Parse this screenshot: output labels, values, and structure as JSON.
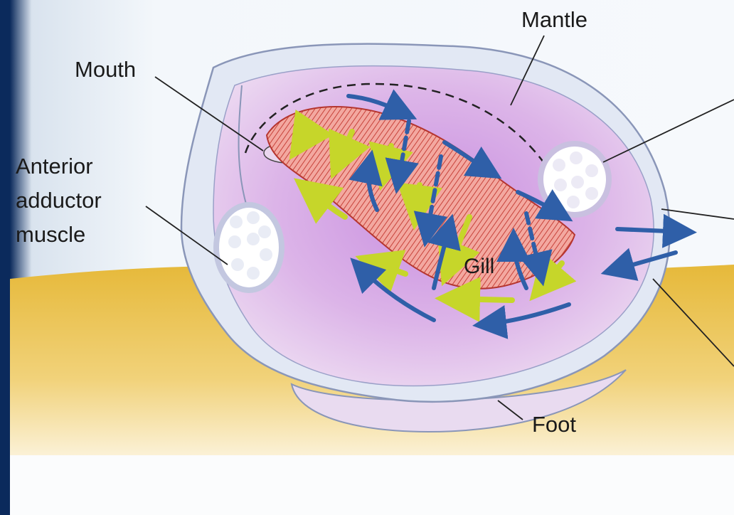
{
  "diagram": {
    "labels": {
      "mantle": "Mantle",
      "mouth": "Mouth",
      "anterior_line1": "Anterior",
      "anterior_line2": "adductor",
      "anterior_line3": "muscle",
      "gill": "Gill",
      "foot": "Foot"
    },
    "colors": {
      "slide_background": "#0b2a5c",
      "panel_background": "#f3f7fb",
      "sediment": "#e8bd3c",
      "mantle": "#dcb4e6",
      "gill": "#e58a8a",
      "blue_arrow": "#2f5fa8",
      "yellow_arrow": "#c6d62a",
      "muscle": "#ffffff"
    }
  }
}
